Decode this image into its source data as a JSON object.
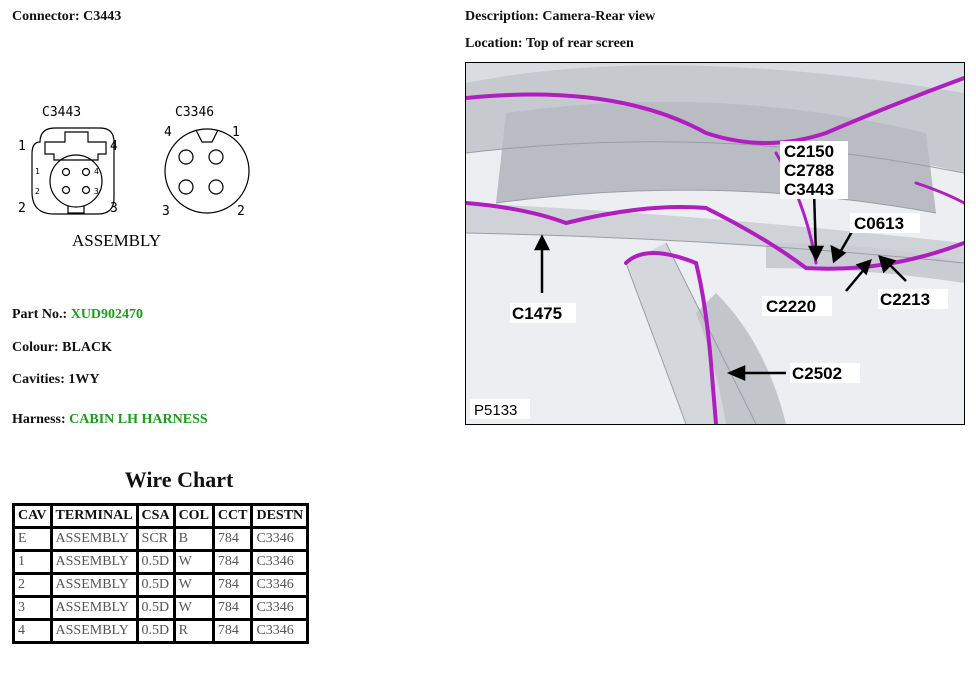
{
  "connector": {
    "label": "Connector:",
    "value": "C3443"
  },
  "description": {
    "label": "Description:",
    "value": "Camera-Rear view"
  },
  "location": {
    "label": "Location:",
    "value": "Top of rear screen"
  },
  "diagram": {
    "left_connector": "C3443",
    "right_connector": "C3346",
    "assembly_label": "ASSEMBLY",
    "left_pins": [
      "1",
      "4",
      "2",
      "3"
    ],
    "right_pins": [
      "4",
      "1",
      "3",
      "2"
    ],
    "left_inner_pins": [
      "1",
      "4",
      "2",
      "3"
    ]
  },
  "part": {
    "part_no_label": "Part No.:",
    "part_no": "XUD902470",
    "colour_label": "Colour:",
    "colour": "BLACK",
    "cavities_label": "Cavities:",
    "cavities": "1WY",
    "harness_label": "Harness:",
    "harness": "CABIN LH HARNESS"
  },
  "wire_chart": {
    "title": "Wire Chart",
    "headers": [
      "CAV",
      "TERMINAL",
      "CSA",
      "COL",
      "CCT",
      "DESTN"
    ],
    "rows": [
      [
        "E",
        "ASSEMBLY",
        "SCR",
        "B",
        "784",
        "C3346"
      ],
      [
        "1",
        "ASSEMBLY",
        "0.5D",
        "W",
        "784",
        "C3346"
      ],
      [
        "2",
        "ASSEMBLY",
        "0.5D",
        "W",
        "784",
        "C3346"
      ],
      [
        "3",
        "ASSEMBLY",
        "0.5D",
        "W",
        "784",
        "C3346"
      ],
      [
        "4",
        "ASSEMBLY",
        "0.5D",
        "R",
        "784",
        "C3346"
      ]
    ]
  },
  "photo": {
    "callouts": [
      "C2150",
      "C2788",
      "C3443",
      "C0613",
      "C1475",
      "C2220",
      "C2213",
      "C2502"
    ],
    "figure_id": "P5133",
    "harness_color": "#b01ec0"
  }
}
